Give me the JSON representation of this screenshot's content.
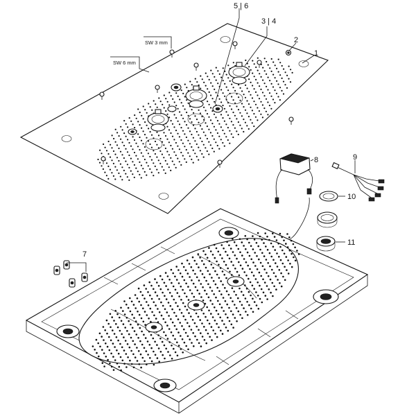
{
  "callouts": {
    "c1": "1",
    "c2": "2",
    "c34": "3 | 4",
    "c56": "5 | 6",
    "c7": "7",
    "c8": "8",
    "c9": "9",
    "c10": "10",
    "c11": "11"
  },
  "tools": {
    "sw3": "SW 3 mm",
    "sw6": "SW 6 mm"
  },
  "colors": {
    "line": "#111111",
    "fill_dark": "#222222",
    "cable_tip": "#3a7bd5"
  }
}
